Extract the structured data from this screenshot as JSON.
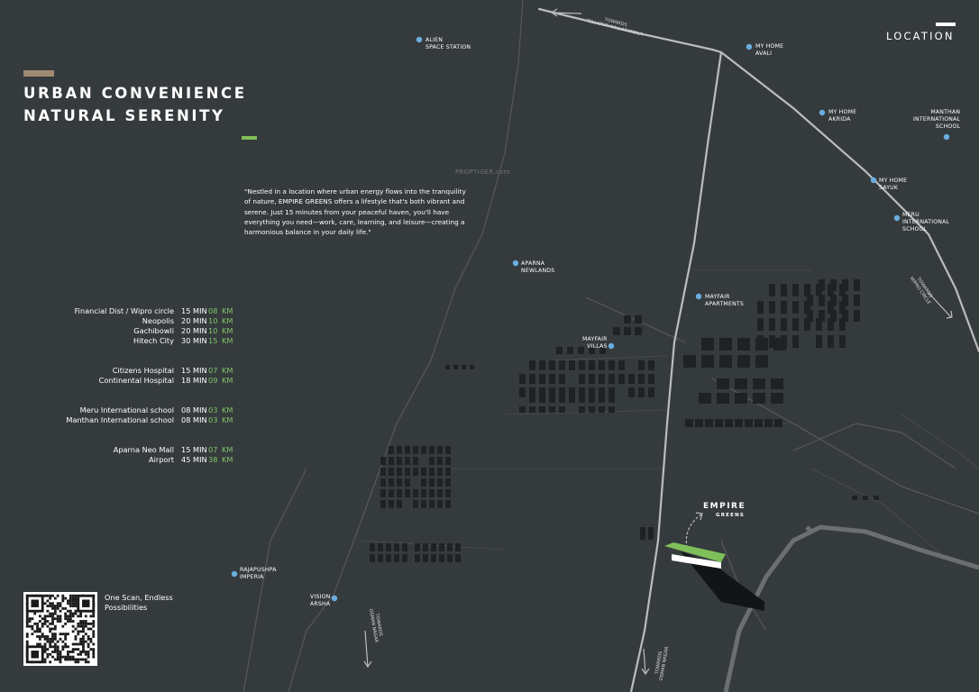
{
  "header": {
    "title_line1": "URBAN CONVENIENCE",
    "title_line2": "NATURAL SERENITY",
    "quote": "\"Nestled in a location where urban energy flows into the tranquility of nature, EMPIRE GREENS offers a lifestyle that's both vibrant and serene. Just 15 minutes from your peaceful haven, you'll have everything you need—work, care, learning, and leisure—creating a harmonious balance in your daily life.\"",
    "section_label": "LOCATION",
    "watermark": "PROPTIGER.com"
  },
  "distances": [
    {
      "name": "Financial Dist / Wipro circle",
      "min": "15 MIN",
      "km": "08",
      "unit": "KM"
    },
    {
      "name": "Neopolis",
      "min": "20 MIN",
      "km": "10",
      "unit": "KM"
    },
    {
      "name": "Gachibowli",
      "min": "20 MIN",
      "km": "10",
      "unit": "KM"
    },
    {
      "name": "Hitech City",
      "min": "30 MIN",
      "km": "15",
      "unit": "KM"
    },
    {
      "name": "Citizens Hospital",
      "min": "15 MIN",
      "km": "07",
      "unit": "KM"
    },
    {
      "name": "Continental Hospital",
      "min": "18 MIN",
      "km": "09",
      "unit": "KM"
    },
    {
      "name": "Meru International school",
      "min": "08 MIN",
      "km": "03",
      "unit": "KM"
    },
    {
      "name": "Manthan International school",
      "min": "08 MIN",
      "km": "03",
      "unit": "KM"
    },
    {
      "name": "Aparna Neo Mall",
      "min": "15 MIN",
      "km": "07",
      "unit": "KM"
    },
    {
      "name": "Airport",
      "min": "45 MIN",
      "km": "38",
      "unit": "KM"
    }
  ],
  "qr": {
    "caption_line1": "One Scan, Endless",
    "caption_line2": "Possibilities"
  },
  "project": {
    "name": "EMPIRE",
    "sub": "GREENS"
  },
  "pois": [
    {
      "line1": "ALIEN",
      "line2": "SPACE STATION",
      "line3": ""
    },
    {
      "line1": "MY HOME",
      "line2": "AVALI",
      "line3": ""
    },
    {
      "line1": "MY HOME",
      "line2": "AKRIDA",
      "line3": ""
    },
    {
      "line1": "MANTHAN",
      "line2": "INTERNATIONAL",
      "line3": "SCHOOL"
    },
    {
      "line1": "MY HOME",
      "line2": "SAYUK",
      "line3": ""
    },
    {
      "line1": "MERU",
      "line2": "INTERNATIONAL",
      "line3": "SCHOOL"
    },
    {
      "line1": "APARNA",
      "line2": "NEWLANDS",
      "line3": ""
    },
    {
      "line1": "MAYFAIR",
      "line2": "APARTMENTS",
      "line3": ""
    },
    {
      "line1": "MAYFAIR",
      "line2": "VILLAS",
      "line3": ""
    },
    {
      "line1": "RAJAPUSHPA",
      "line2": "IMPERIA",
      "line3": ""
    },
    {
      "line1": "VISION",
      "line2": "ARSHA",
      "line3": ""
    }
  ],
  "towards": [
    {
      "line1": "TOWARDS",
      "line2": "TELLAPUR-NALLAGANDLA"
    },
    {
      "line1": "TOWARDS",
      "line2": "WIPRO CIRCLE"
    },
    {
      "line1": "TOWARDS",
      "line2": "OSMAN NAGAR"
    },
    {
      "line1": "TOWARDS",
      "line2": "OSMAN NAGAR"
    }
  ],
  "colors": {
    "background": "#353a3c",
    "accent_green": "#7fc76a",
    "poi_dot": "#6aaee0",
    "title_bar": "#a08a72",
    "block": "#1e2224"
  }
}
